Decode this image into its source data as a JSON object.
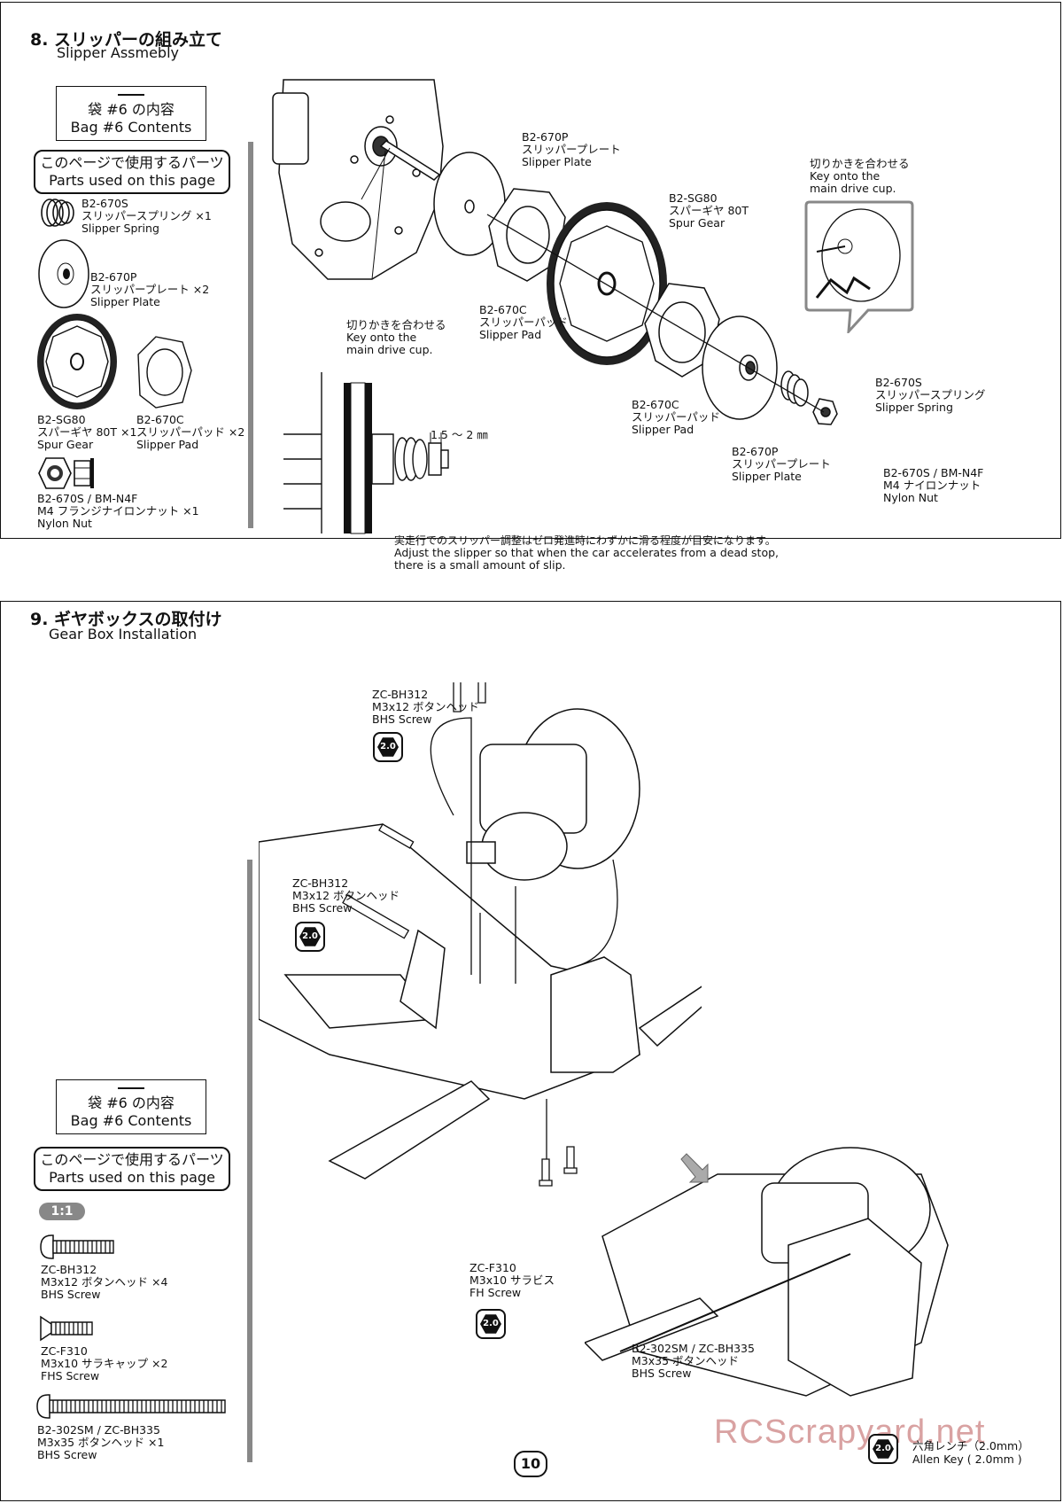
{
  "step8": {
    "title": "8. スリッパーの組み立て",
    "subtitle": "Slipper Assmebly",
    "bag_jp": "袋 #6 の内容",
    "bag_en": "Bag #6 Contents",
    "parts_jp": "このページで使用するパーツ",
    "parts_en": "Parts used on this page",
    "parts": [
      {
        "code": "B2-670S",
        "jp": "スリッパースプリング ×1",
        "en": "Slipper Spring"
      },
      {
        "code": "B2-670P",
        "jp": "スリッパープレート ×2",
        "en": "Slipper Plate"
      },
      {
        "code": "B2-SG80",
        "jp": "スパーギヤ 80T ×1",
        "en": "Spur Gear"
      },
      {
        "code": "B2-670C",
        "jp": "スリッパーパッド ×2",
        "en": "Slipper Pad"
      },
      {
        "code": "B2-670S / BM-N4F",
        "jp": "M4 フランジナイロンナット ×1",
        "en": "Nylon Nut"
      }
    ],
    "callouts": [
      {
        "code": "B2-670P",
        "jp": "スリッパープレート",
        "en": "Slipper Plate"
      },
      {
        "code": "B2-SG80",
        "jp": "スパーギヤ 80T",
        "en": "Spur Gear"
      },
      {
        "code": "B2-670C",
        "jp": "スリッパーパッド",
        "en": "Slipper Pad"
      },
      {
        "code": "B2-670C",
        "jp": "スリッパーパッド",
        "en": "Slipper Pad"
      },
      {
        "code": "B2-670P",
        "jp": "スリッパープレート",
        "en": "Slipper Plate"
      },
      {
        "code": "B2-670S",
        "jp": "スリッパースプリング",
        "en": "Slipper Spring"
      },
      {
        "code": "B2-670S / BM-N4F",
        "jp": "M4 ナイロンナット",
        "en": "Nylon Nut"
      }
    ],
    "key_note_left": {
      "jp": "切りかきを合わせる",
      "en1": "Key onto the",
      "en2": "main drive cup."
    },
    "key_note_right": {
      "jp": "切りかきを合わせる",
      "en1": "Key onto the",
      "en2": "main drive cup."
    },
    "gap": "1.5 ～ 2 ㎜",
    "adjust_jp": "実走行でのスリッパー調整はゼロ発進時にわずかに滑る程度が目安になります。",
    "adjust_en1": "Adjust the slipper so that when the car accelerates from a dead stop,",
    "adjust_en2": "there is a small amount of slip."
  },
  "step9": {
    "title": "9. ギヤボックスの取付け",
    "subtitle": "Gear Box Installation",
    "bag_jp": "袋 #6 の内容",
    "bag_en": "Bag #6 Contents",
    "parts_jp": "このページで使用するパーツ",
    "parts_en": "Parts used on this page",
    "scale": "1:1",
    "parts": [
      {
        "code": "ZC-BH312",
        "jp": "M3x12 ボタンヘッド ×4",
        "en": "BHS Screw"
      },
      {
        "code": "ZC-F310",
        "jp": "M3x10 サラキャップ ×2",
        "en": "FHS Screw"
      },
      {
        "code": "B2-302SM / ZC-BH335",
        "jp": "M3x35 ボタンヘッド ×1",
        "en": "BHS Screw"
      }
    ],
    "callouts": [
      {
        "code": "ZC-BH312",
        "jp": "M3x12 ボタンヘッド",
        "en": "BHS Screw",
        "tool": "2.0"
      },
      {
        "code": "ZC-BH312",
        "jp": "M3x12 ボタンヘッド",
        "en": "BHS Screw",
        "tool": "2.0"
      },
      {
        "code": "ZC-F310",
        "jp": "M3x10 サラビス",
        "en": "FH Screw",
        "tool": "2.0"
      },
      {
        "code": "B2-302SM / ZC-BH335",
        "jp": "M3x35 ボタンヘッド",
        "en": "BHS Screw"
      }
    ],
    "tool_note": {
      "size": "2.0",
      "jp": "六角レンチ（2.0mm）",
      "en": "Allen Key ( 2.0mm )"
    }
  },
  "page_number": "10",
  "watermark": "RCScrapyard.net"
}
